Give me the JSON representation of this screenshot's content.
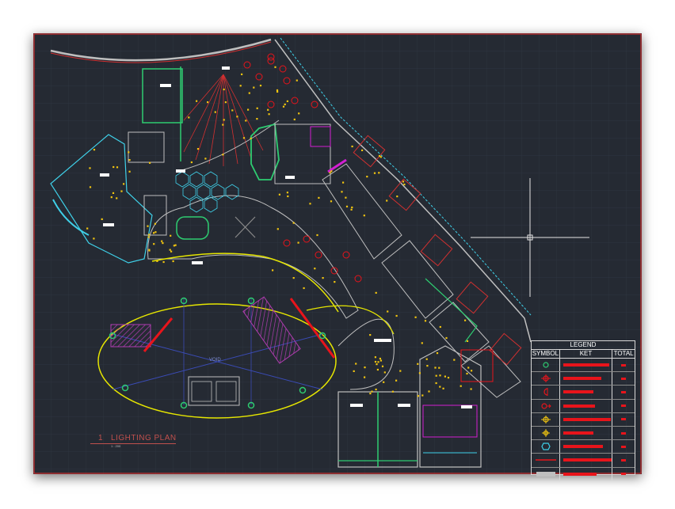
{
  "drawing": {
    "title_number": "1",
    "title": "LIGHTING PLAN",
    "scale": "1 : 200",
    "room_label": "VOID"
  },
  "legend": {
    "title": "LEGEND",
    "headers": [
      "SYMBOL",
      "KET",
      "TOTAL"
    ],
    "rows": [
      {
        "symbol": "downlight-icon",
        "color": "#2ecc71"
      },
      {
        "symbol": "wall-light-icon",
        "color": "#e8141b"
      },
      {
        "symbol": "half-circle-light-icon",
        "color": "#e8141b"
      },
      {
        "symbol": "spot-arrow-icon",
        "color": "#e8141b"
      },
      {
        "symbol": "pendant-light-icon",
        "color": "#f1c40f"
      },
      {
        "symbol": "star-light-icon",
        "color": "#f1c40f"
      },
      {
        "symbol": "hexagon-light-icon",
        "color": "#3fd0e8"
      },
      {
        "symbol": "strip-line-icon",
        "color": "#e8141b"
      },
      {
        "symbol": "panel-light-icon",
        "color": "#bfbfbf"
      }
    ]
  },
  "colors": {
    "background": "#252a33",
    "wall_cyan": "#3fd0e8",
    "light_yellow": "#f1c40f",
    "accent_red": "#e8141b",
    "accent_magenta": "#d21fd2",
    "accent_green": "#2ecc71"
  }
}
